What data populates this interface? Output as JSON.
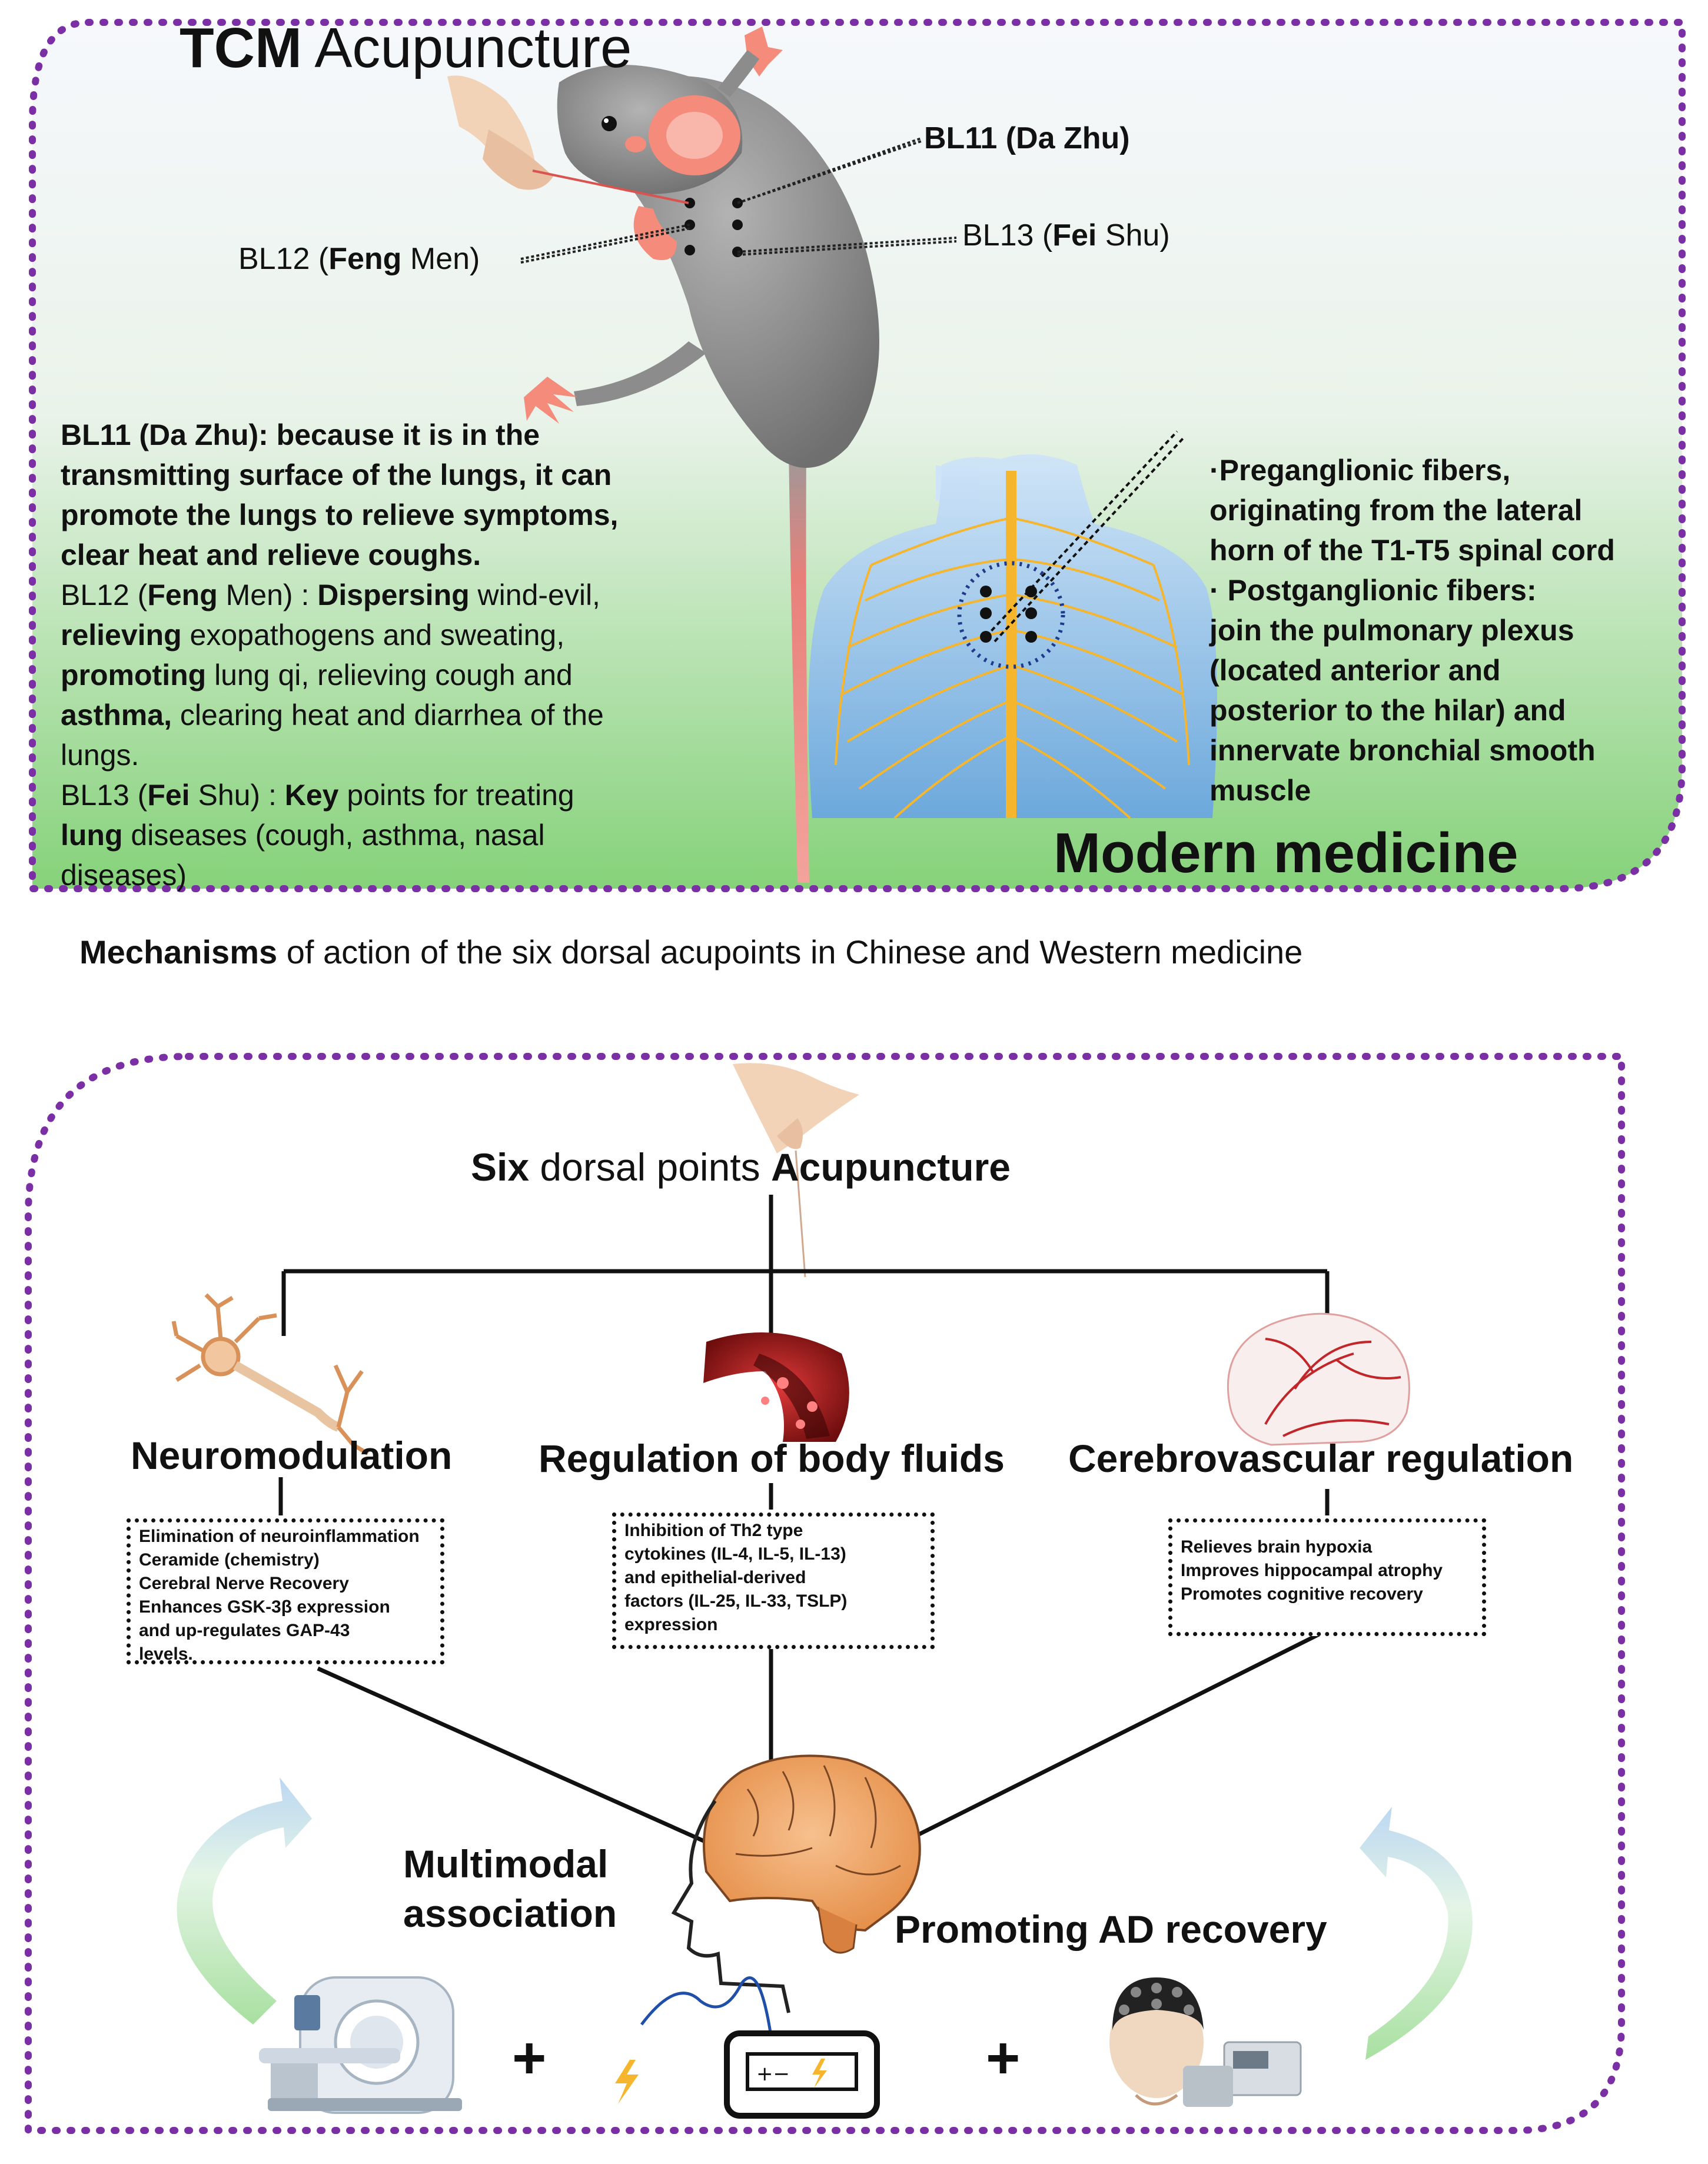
{
  "colors": {
    "frame_border": "#7b2fa5",
    "panel_top": "#f6f8fc",
    "panel_bottom": "#86d27a",
    "mouse_body": "#8c8c8c",
    "mouse_pink": "#f58b7a",
    "tail": "#e8807a",
    "nerve": "#f5b52c",
    "body_blue": "#7fb3e6",
    "vessel_red": "#b81c1c",
    "brain_orange": "#f0a868",
    "arrow_green": "#c9ecd0"
  },
  "top": {
    "title_tcm": "TCM",
    "title_acupuncture": "Acupuncture",
    "label_bl11": "BL11 (Da Zhu)",
    "label_bl12_code": "BL12 (",
    "label_bl12_bold": "Feng",
    "label_bl12_rest": " Men)",
    "label_bl13_code": "BL13 (",
    "label_bl13_bold": "Fei",
    "label_bl13_rest": " Shu)",
    "tcm_text": {
      "bl11_line1": "BL11 (Da Zhu): because it is in the",
      "bl11_line2": "transmitting surface of the lungs, it can",
      "bl11_line3": "promote the lungs to relieve symptoms,",
      "bl11_line4": "clear heat and relieve coughs.",
      "bl12_code": "BL12 (",
      "bl12_feng": "Feng",
      "bl12_men": " Men) : ",
      "bl12_dispersing": "Dispersing",
      "bl12_rest1": " wind-evil,",
      "bl12_relieving": "relieving",
      "bl12_rest2": " exopathogens and sweating,",
      "bl12_promoting": "promoting",
      "bl12_rest3": " lung qi, relieving cough and",
      "bl12_asthma": "asthma,",
      "bl12_rest4": " clearing heat and diarrhea of the",
      "bl12_rest5": "lungs.",
      "bl13_code": "BL13 (",
      "bl13_fei": "Fei",
      "bl13_shu": " Shu) : ",
      "bl13_key": "Key",
      "bl13_rest1": " points for treating",
      "bl13_lung": "lung",
      "bl13_rest2": " diseases (cough, asthma, nasal",
      "bl13_rest3": "diseases)"
    },
    "modern_text": {
      "line1": "·Preganglionic fibers,",
      "line2": "originating from the lateral",
      "line3": "horn of the T1-T5 spinal cord",
      "line4": "· Postganglionic fibers:",
      "line5": "join the pulmonary plexus",
      "line6": "(located anterior and",
      "line7": "posterior to the hilar) and",
      "line8": "innervate bronchial smooth",
      "line9": "muscle"
    },
    "modern_medicine": "Modern medicine"
  },
  "caption": {
    "bold": "Mechanisms",
    "rest": " of action of the six dorsal acupoints in Chinese and Western medicine"
  },
  "bottom": {
    "title_six": "Six",
    "title_mid": " dorsal points ",
    "title_acu": "Acupuncture",
    "branch_neuro": "Neuromodulation",
    "branch_fluid": "Regulation of body fluids",
    "branch_cereb": "Cerebrovascular regulation",
    "neuro_box": [
      "Elimination of neuroinflammation",
      "Ceramide (chemistry)",
      "Cerebral Nerve Recovery",
      "Enhances GSK-3β expression",
      "and up-regulates GAP-43",
      "levels."
    ],
    "fluid_box": [
      "Inhibition of Th2 type",
      "cytokines (IL-4, IL-5, IL-13)",
      "and epithelial-derived",
      "factors (IL-25, IL-33, TSLP)",
      "expression"
    ],
    "cereb_box": [
      "Relieves brain hypoxia",
      "Improves hippocampal atrophy",
      "Promotes cognitive recovery"
    ],
    "multimodal_line1": "Multimodal",
    "multimodal_line2": "association",
    "promoting": "Promoting AD recovery",
    "plus": "+"
  }
}
